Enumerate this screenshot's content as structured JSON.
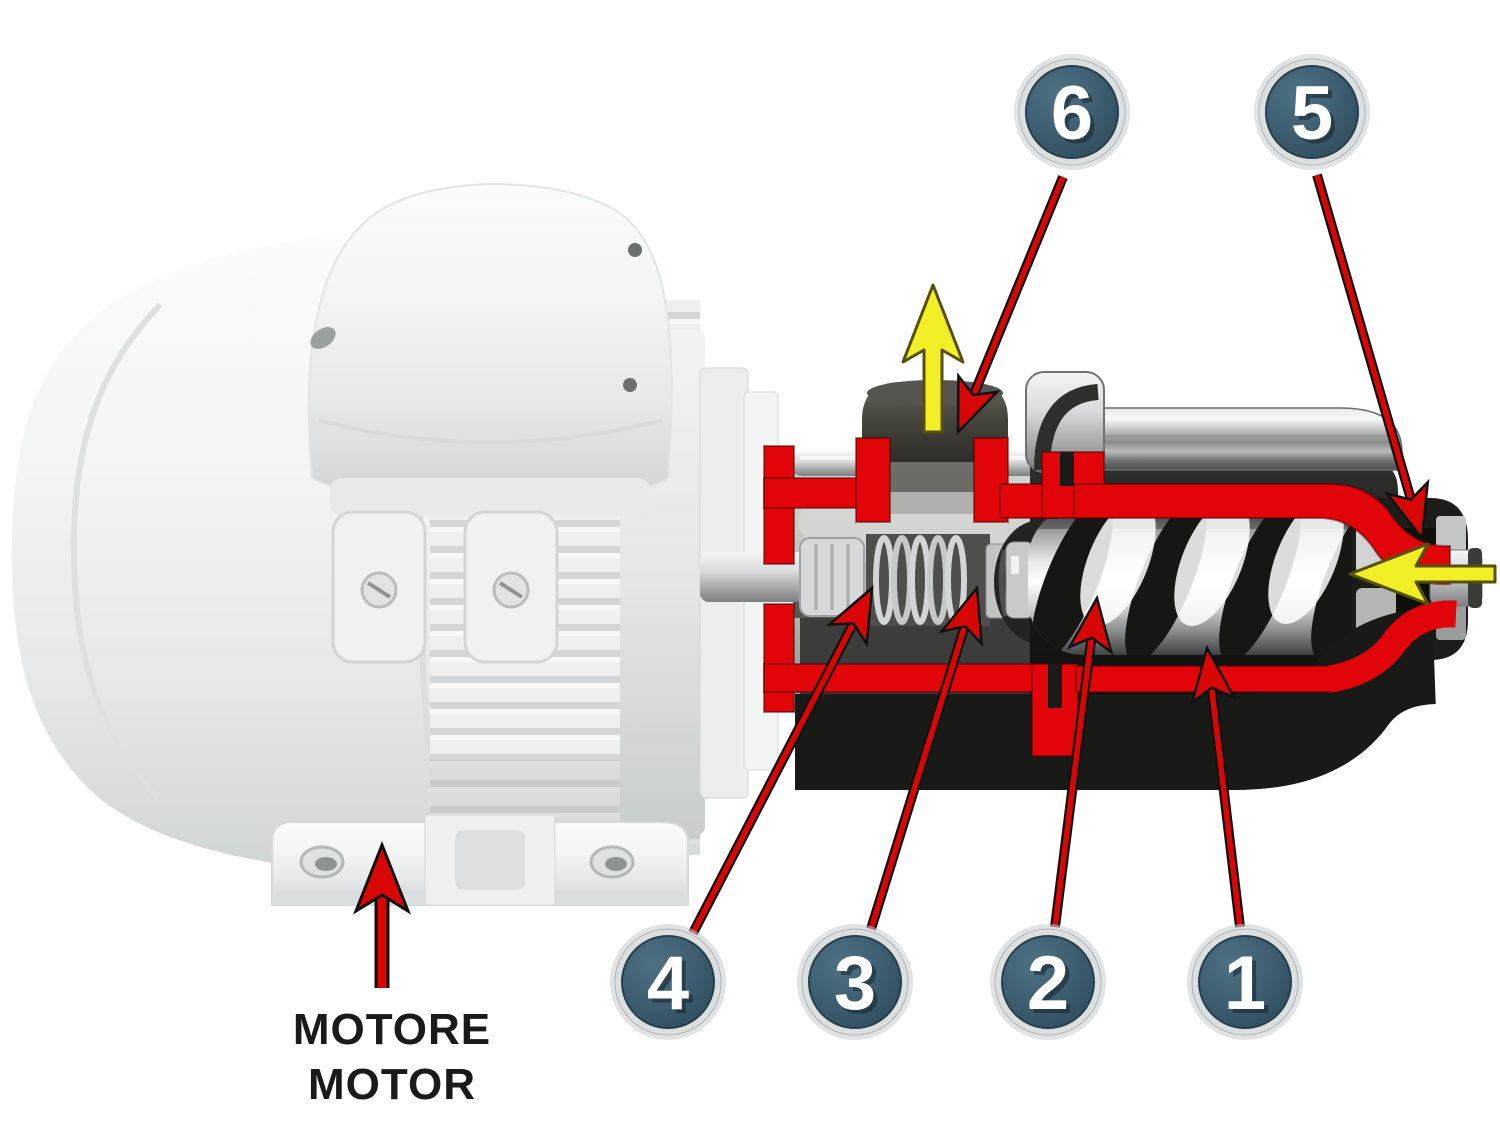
{
  "diagram": {
    "callouts": [
      {
        "label": "6"
      },
      {
        "label": "5"
      },
      {
        "label": "4"
      },
      {
        "label": "3"
      },
      {
        "label": "2"
      },
      {
        "label": "1"
      }
    ],
    "motor_caption": {
      "line1": "MOTORE",
      "line2": "MOTOR"
    },
    "flow_arrows": {
      "discharge_direction": "up",
      "suction_direction": "left"
    },
    "colors": {
      "background": "#ffffff",
      "cutaway_red": "#e10409",
      "callout_line_red": "#d90606",
      "badge_fill": "#3b5a6d",
      "badge_ring": "#d7dadb",
      "flow_arrow_yellow": "#f3ef27",
      "caption_text": "#1a1a1a"
    }
  }
}
